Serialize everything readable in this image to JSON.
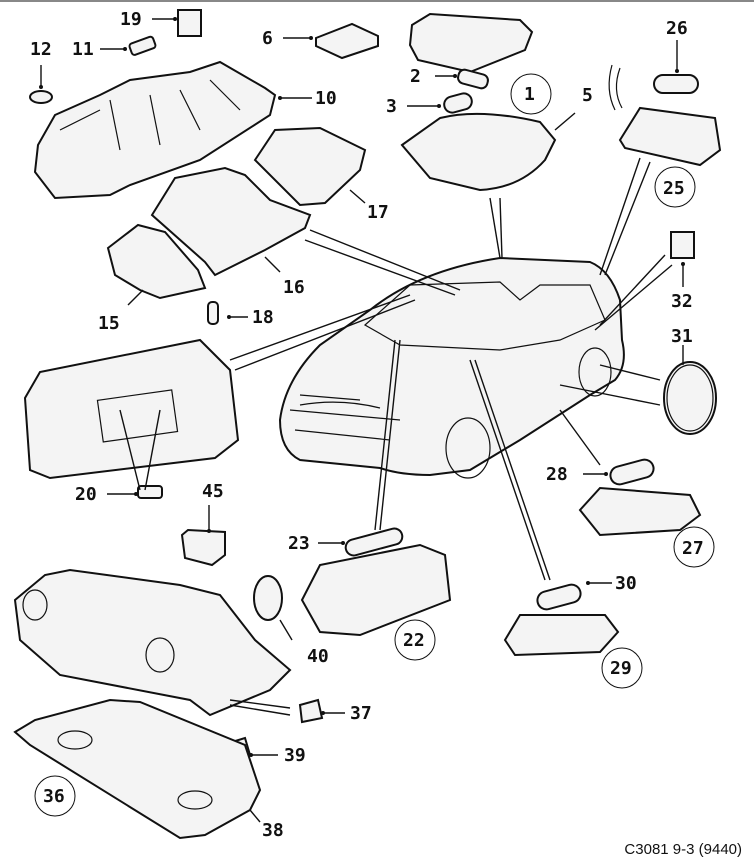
{
  "diagram": {
    "title": "Interior lighting parts diagram",
    "caption": "C3081 9-3 (9440)",
    "callouts": [
      {
        "id": "1",
        "label": "1",
        "circled": true
      },
      {
        "id": "2",
        "label": "2",
        "circled": false
      },
      {
        "id": "3",
        "label": "3",
        "circled": false
      },
      {
        "id": "5",
        "label": "5",
        "circled": false
      },
      {
        "id": "6",
        "label": "6",
        "circled": false
      },
      {
        "id": "10",
        "label": "10",
        "circled": false
      },
      {
        "id": "11",
        "label": "11",
        "circled": false
      },
      {
        "id": "12",
        "label": "12",
        "circled": false
      },
      {
        "id": "15",
        "label": "15",
        "circled": false
      },
      {
        "id": "16",
        "label": "16",
        "circled": false
      },
      {
        "id": "17",
        "label": "17",
        "circled": false
      },
      {
        "id": "18",
        "label": "18",
        "circled": false
      },
      {
        "id": "19",
        "label": "19",
        "circled": false
      },
      {
        "id": "20",
        "label": "20",
        "circled": false
      },
      {
        "id": "22",
        "label": "22",
        "circled": true
      },
      {
        "id": "23",
        "label": "23",
        "circled": false
      },
      {
        "id": "25",
        "label": "25",
        "circled": true
      },
      {
        "id": "26",
        "label": "26",
        "circled": false
      },
      {
        "id": "27",
        "label": "27",
        "circled": true
      },
      {
        "id": "28",
        "label": "28",
        "circled": false
      },
      {
        "id": "29",
        "label": "29",
        "circled": true
      },
      {
        "id": "30",
        "label": "30",
        "circled": false
      },
      {
        "id": "31",
        "label": "31",
        "circled": false
      },
      {
        "id": "32",
        "label": "32",
        "circled": false
      },
      {
        "id": "36",
        "label": "36",
        "circled": true
      },
      {
        "id": "37",
        "label": "37",
        "circled": false
      },
      {
        "id": "38",
        "label": "38",
        "circled": false
      },
      {
        "id": "39",
        "label": "39",
        "circled": false
      },
      {
        "id": "40",
        "label": "40",
        "circled": false
      },
      {
        "id": "45",
        "label": "45",
        "circled": false
      }
    ]
  }
}
